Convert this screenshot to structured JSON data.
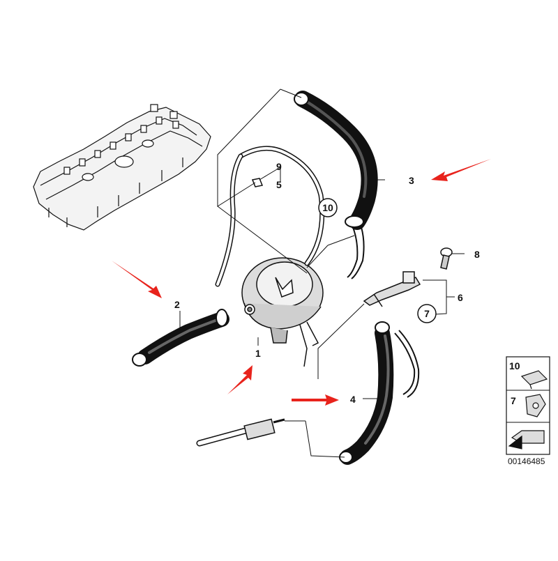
{
  "diagram": {
    "callouts": {
      "c1": "1",
      "c2": "2",
      "c3": "3",
      "c4": "4",
      "c5": "5",
      "c6": "6",
      "c7": "7",
      "c8": "8",
      "c9": "9",
      "c10": "10"
    },
    "legend": {
      "item10": "10",
      "item7": "7"
    },
    "part_code": "00146485",
    "colors": {
      "line": "#111111",
      "arrow": "#e8231c",
      "cover_fill": "#f3f3f3",
      "hose_fill": "#222222"
    }
  }
}
